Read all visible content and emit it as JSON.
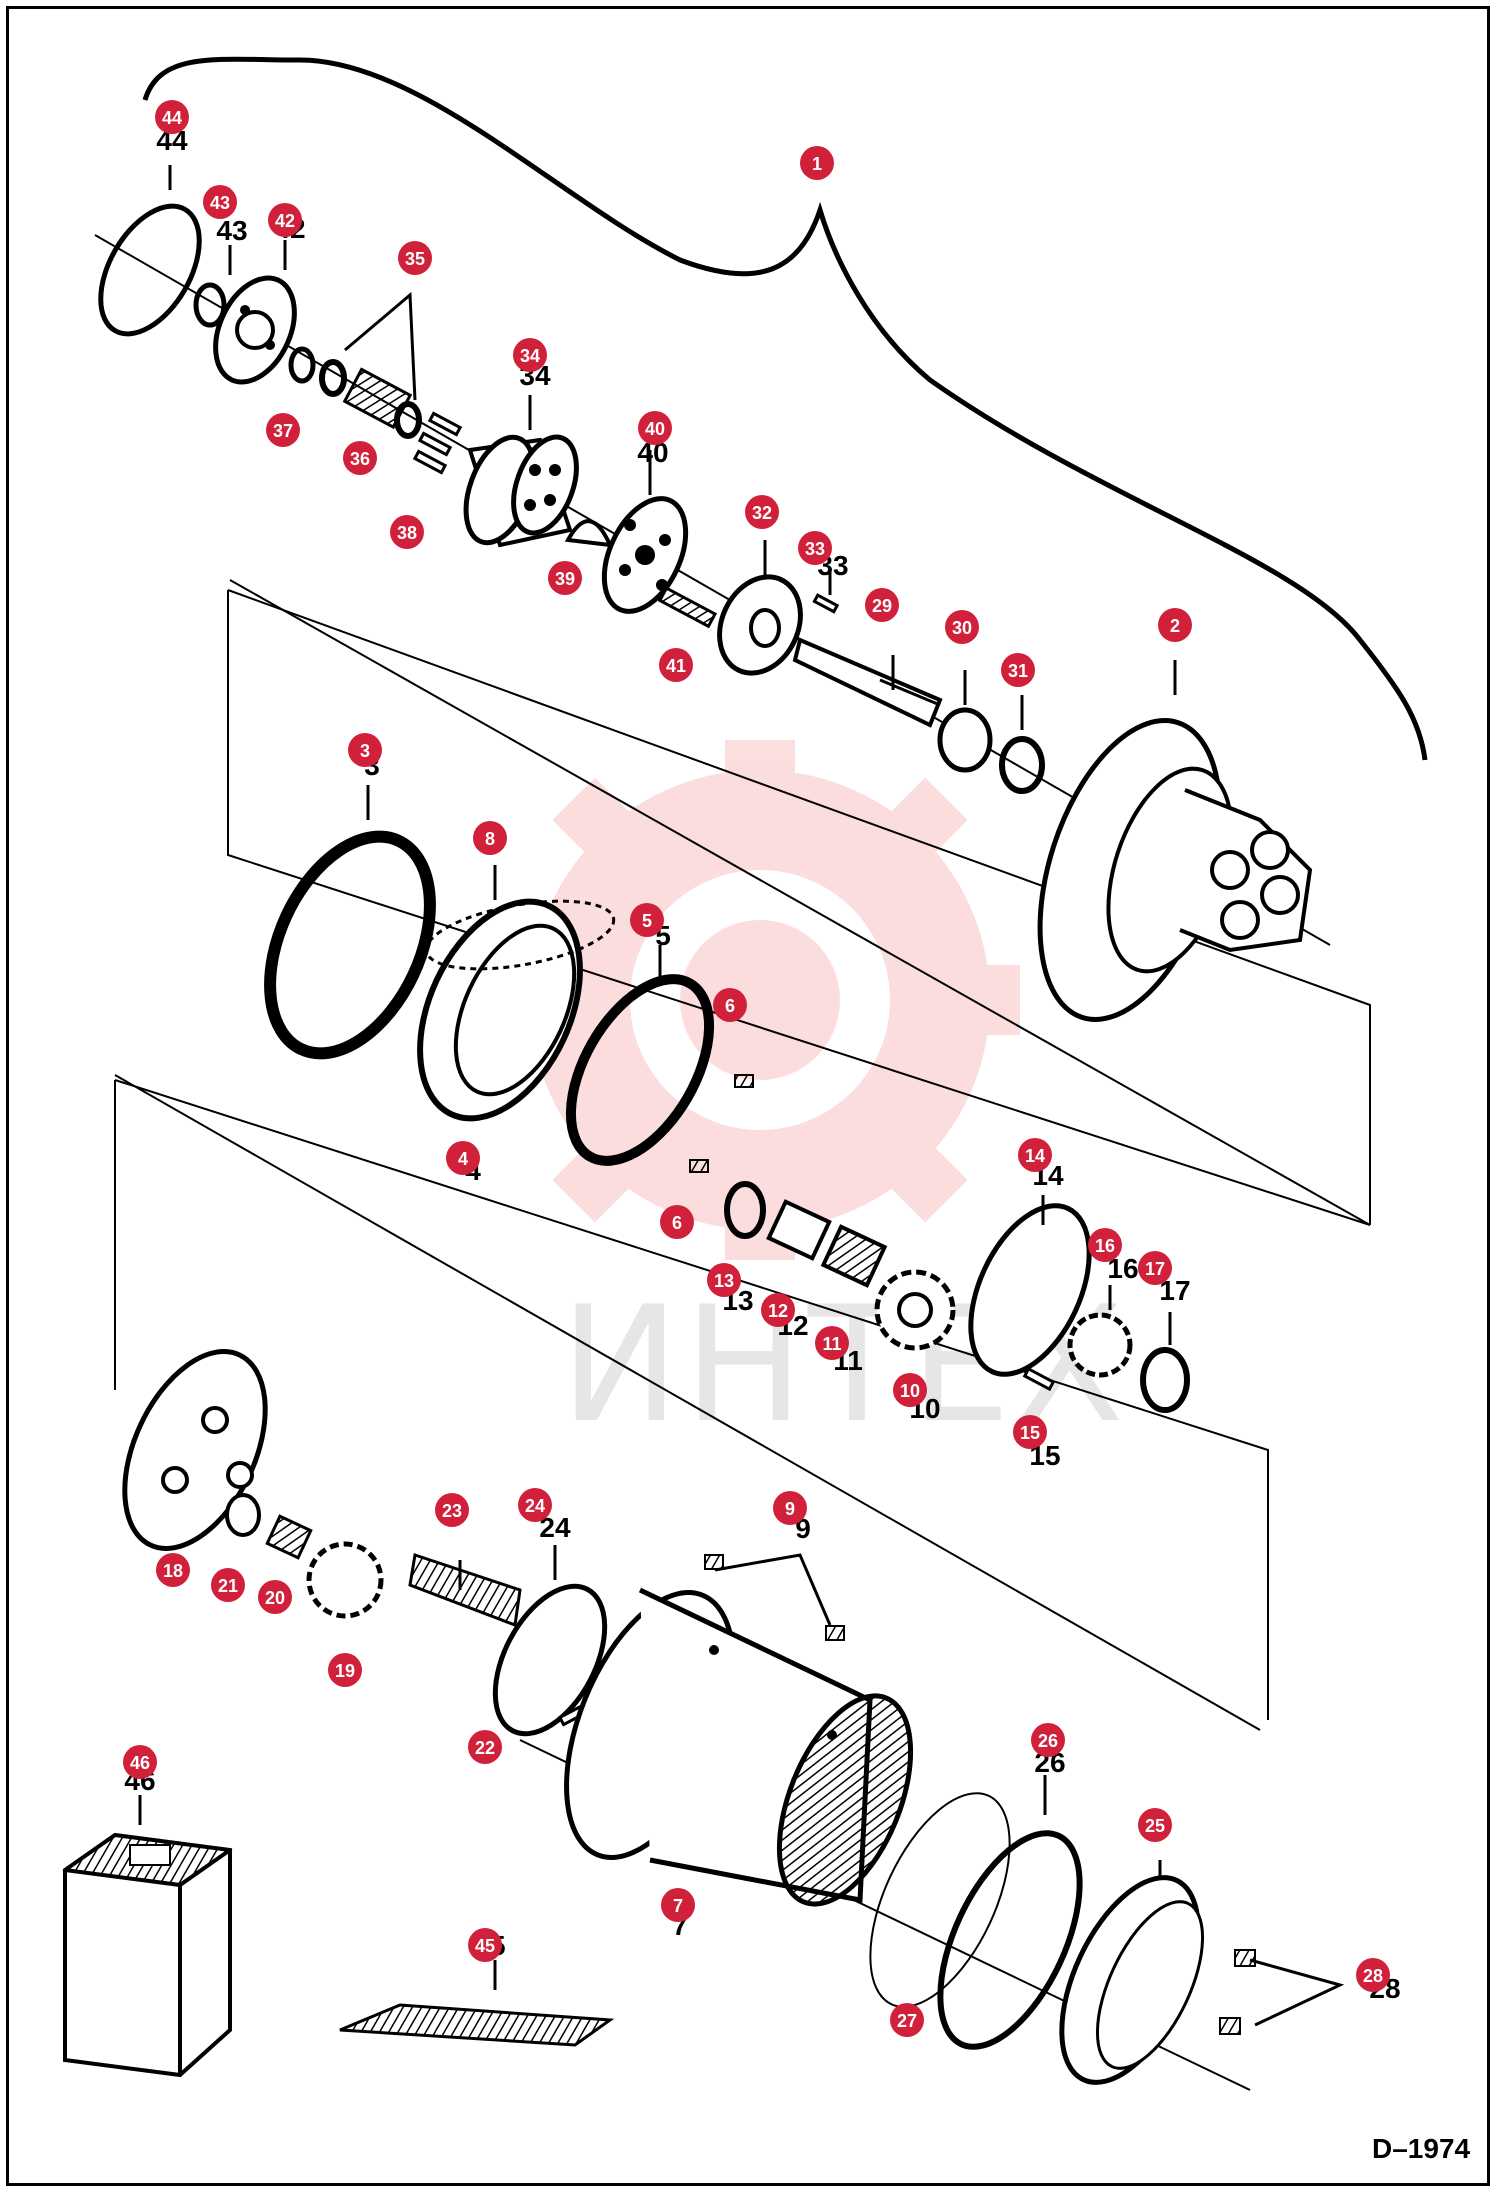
{
  "drawing_id": "D–1974",
  "watermark_text": "ИНТЕХ",
  "colors": {
    "callout": "#d0203a",
    "line": "#000000",
    "watermark_gear": "#fbdada"
  },
  "callouts": [
    "1",
    "2",
    "3",
    "4",
    "5",
    "6",
    "6",
    "7",
    "8",
    "9",
    "10",
    "11",
    "12",
    "13",
    "14",
    "15",
    "16",
    "17",
    "18",
    "19",
    "20",
    "21",
    "22",
    "23",
    "24",
    "25",
    "26",
    "27",
    "28",
    "29",
    "30",
    "31",
    "32",
    "33",
    "34",
    "35",
    "36",
    "37",
    "38",
    "39",
    "40",
    "41",
    "42",
    "43",
    "44",
    "45",
    "46"
  ],
  "part_numbers": [
    "44",
    "43",
    "42",
    "34",
    "40",
    "33",
    "3",
    "5",
    "4",
    "13",
    "12",
    "11",
    "10",
    "14",
    "16",
    "17",
    "15",
    "24",
    "9",
    "26",
    "7",
    "45",
    "46",
    "28"
  ]
}
